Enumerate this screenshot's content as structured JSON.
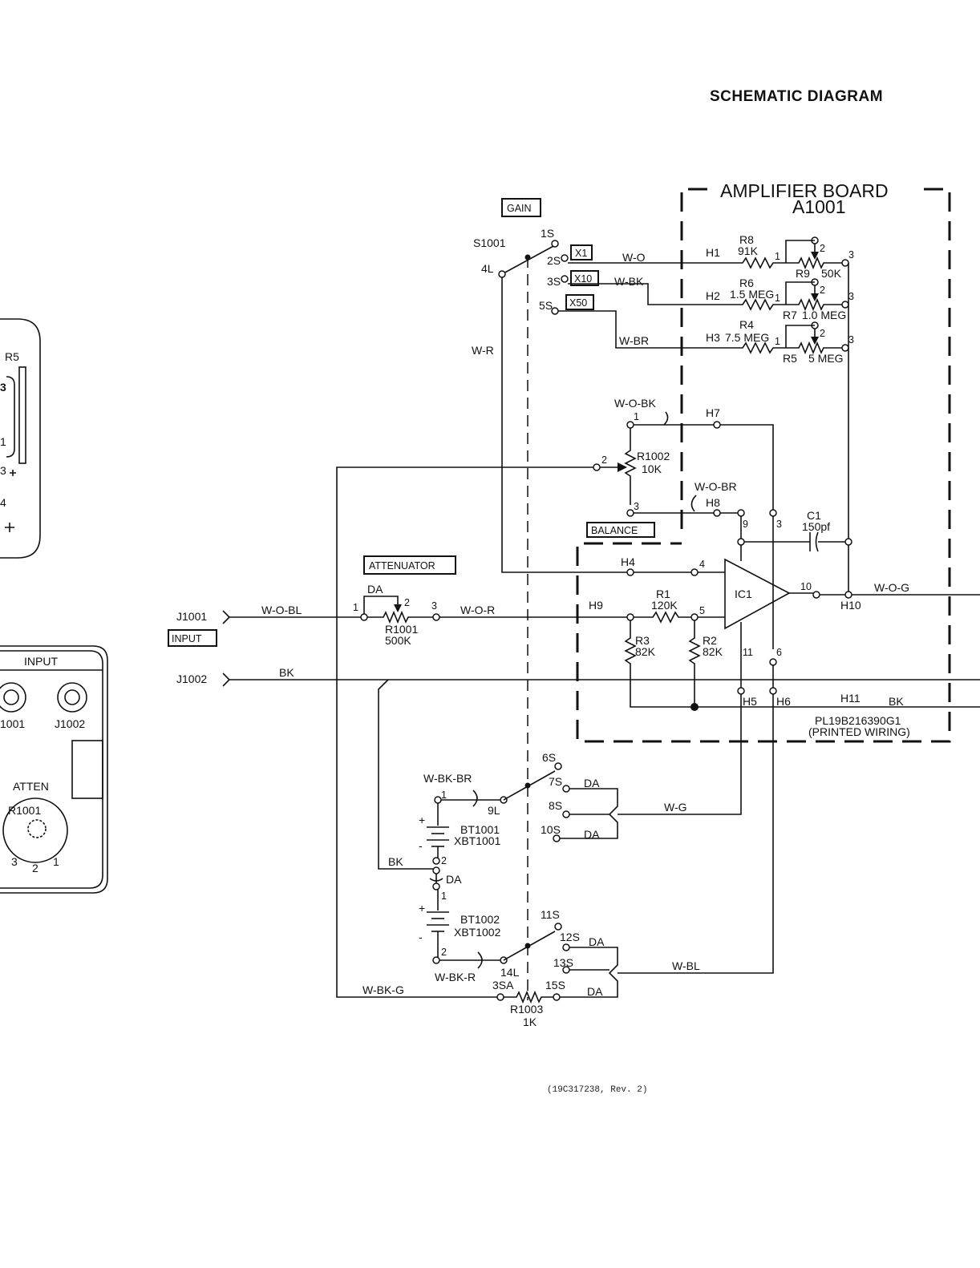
{
  "title": "SCHEMATIC DIAGRAM",
  "footer": "(19C317238, Rev. 2)",
  "amp_board": {
    "title": "AMPLIFIER BOARD",
    "ref": "A1001",
    "pl": "PL19B216390G1",
    "pl_note": "(PRINTED  WIRING)"
  },
  "boxes": {
    "gain": "GAIN",
    "x1": "X1",
    "x10": "X10",
    "x50": "X50",
    "balance": "BALANCE",
    "attenuator": "ATTENUATOR",
    "input": "INPUT"
  },
  "switch": {
    "ref": "S1001",
    "t1s": "1S",
    "t2s": "2S",
    "t3s": "3S",
    "t4l": "4L",
    "t5s": "5S",
    "t6s": "6S",
    "t7s": "7S",
    "t8s": "8S",
    "t9l": "9L",
    "t10s": "10S",
    "t11s": "11S",
    "t12s": "12S",
    "t13s": "13S",
    "t14l": "14L",
    "t15s": "15S",
    "t3sa": "3SA"
  },
  "wires": {
    "w_o": "W-O",
    "w_bk": "W-BK",
    "w_br": "W-BR",
    "w_r": "W-R",
    "w_o_bk": "W-O-BK",
    "w_o_br": "W-O-BR",
    "w_o_bl": "W-O-BL",
    "w_o_r": "W-O-R",
    "w_o_g": "W-O-G",
    "bk": "BK",
    "w_bk_br": "W-BK-BR",
    "w_g": "W-G",
    "w_bl": "W-BL",
    "w_bk_r": "W-BK-R",
    "w_bk_g": "W-BK-G",
    "da": "DA"
  },
  "hpoints": {
    "h1": "H1",
    "h2": "H2",
    "h3": "H3",
    "h4": "H4",
    "h5": "H5",
    "h6": "H6",
    "h7": "H7",
    "h8": "H8",
    "h9": "H9",
    "h10": "H10",
    "h11": "H11"
  },
  "parts": {
    "r8": "R8",
    "r8v": "91K",
    "r9": "R9",
    "r9v": "50K",
    "r6": "R6",
    "r6v": "1.5 MEG",
    "r7": "R7",
    "r7v": "1.0 MEG",
    "r4": "R4",
    "r4v": "7.5 MEG",
    "r5": "R5",
    "r5v": "5 MEG",
    "r1002": "R1002",
    "r1002v": "10K",
    "r1": "R1",
    "r1v": "120K",
    "r2": "R2",
    "r2v": "82K",
    "r3": "R3",
    "r3v": "82K",
    "c1": "C1",
    "c1v": "150pf",
    "ic1": "IC1",
    "r1001": "R1001",
    "r1001v": "500K",
    "r1003": "R1003",
    "r1003v": "1K",
    "bt1001": "BT1001",
    "xbt1001": "XBT1001",
    "bt1002": "BT1002",
    "xbt1002": "XBT1002"
  },
  "connectors": {
    "j1001": "J1001",
    "j1002": "J1002"
  },
  "pins": {
    "p1": "1",
    "p2": "2",
    "p3": "3",
    "p4": "4",
    "p5": "5",
    "p6": "6",
    "p9": "9",
    "p10": "10",
    "p11": "11",
    "plus": "+",
    "minus": "-"
  },
  "panel": {
    "r5": "R5",
    "p3": "3",
    "p1": "1",
    "p4": "4",
    "input": "INPUT",
    "j1001": "1001",
    "j1002": "J1002",
    "atten": "ATTEN",
    "r1001": "R1001",
    "k3": "3",
    "k2": "2",
    "k1": "1"
  }
}
